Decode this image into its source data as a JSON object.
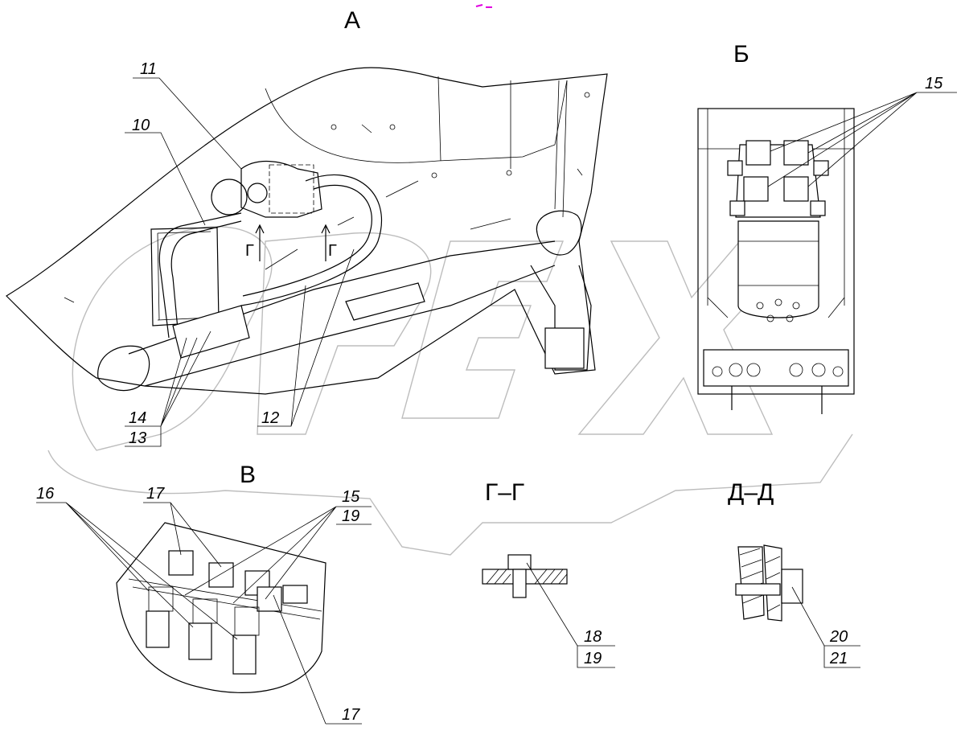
{
  "views": {
    "a": "А",
    "b": "Б",
    "v": "В",
    "gg": "Г–Г",
    "dd": "Д–Д",
    "section_mark": "Г"
  },
  "watermark": "OPEX",
  "callouts": {
    "a": [
      "11",
      "10",
      "14",
      "13",
      "12"
    ],
    "b": [
      "15"
    ],
    "v": [
      "16",
      "17",
      "15",
      "19",
      "17"
    ],
    "gg": [
      "18",
      "19"
    ],
    "dd": [
      "20",
      "21"
    ]
  },
  "colors": {
    "line": "#000000",
    "watermark": "#bdbdbd",
    "mark": "#e000e0"
  }
}
